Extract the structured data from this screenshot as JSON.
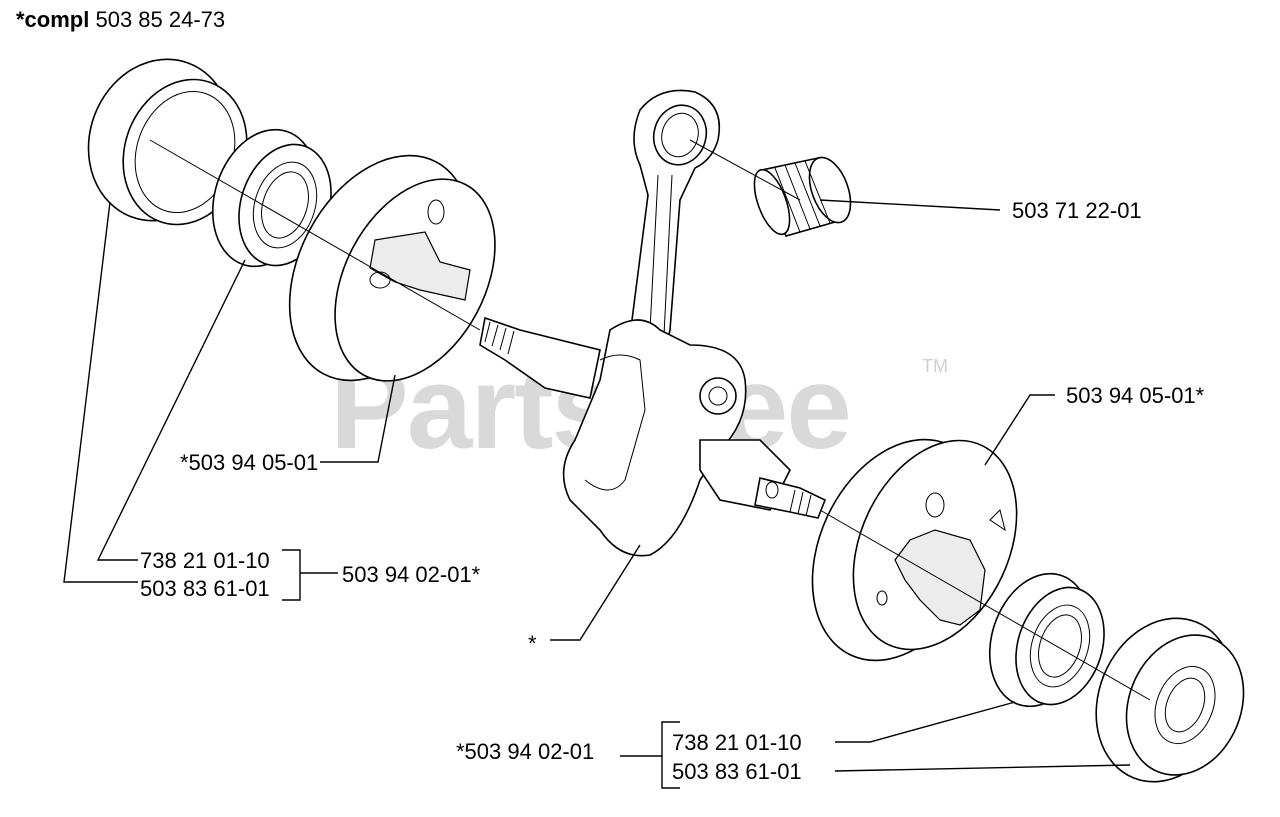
{
  "diagram": {
    "title_prefix": "*compl",
    "title_number": "503 85 24-73",
    "watermark": "PartsTree",
    "trademark": "TM",
    "labels": {
      "needle_bearing": "503 71 22-01",
      "right_crank_half": "503 94 05-01*",
      "left_crank_half": "*503 94 05-01",
      "left_bearing_a": "738 21 01-10",
      "left_bearing_b": "503 83 61-01",
      "left_assembly": "503 94 02-01*",
      "crankshaft": "*",
      "right_assembly": "*503 94 02-01",
      "right_bearing_a": "738 21 01-10",
      "right_bearing_b": "503 83 61-01"
    }
  }
}
